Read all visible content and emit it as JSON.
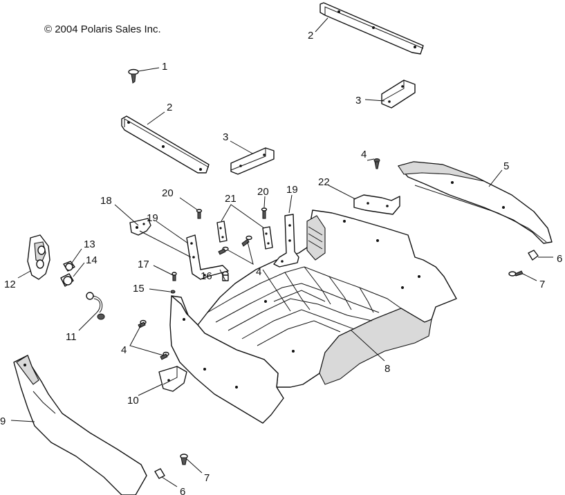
{
  "copyright": "© 2004 Polaris Sales Inc.",
  "callouts": {
    "c1": "1",
    "c2a": "2",
    "c2b": "2",
    "c3a": "3",
    "c3b": "3",
    "c4a": "4",
    "c4b": "4",
    "c4c": "4",
    "c5": "5",
    "c6a": "6",
    "c6b": "6",
    "c7a": "7",
    "c7b": "7",
    "c8": "8",
    "c9": "9",
    "c10": "10",
    "c11": "11",
    "c12": "12",
    "c13": "13",
    "c14": "14",
    "c15": "15",
    "c16": "16",
    "c17": "17",
    "c18": "18",
    "c19a": "19",
    "c19b": "19",
    "c20a": "20",
    "c20b": "20",
    "c21": "21",
    "c22": "22"
  }
}
